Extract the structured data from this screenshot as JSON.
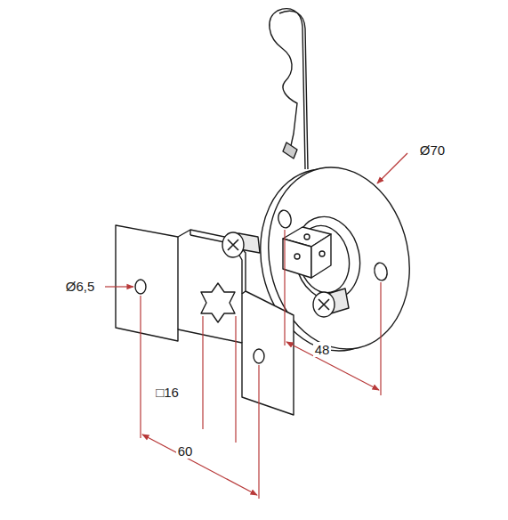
{
  "diagram": {
    "labels": [
      "Ø70",
      "Ø6,5",
      "48",
      "□16",
      "60"
    ]
  }
}
